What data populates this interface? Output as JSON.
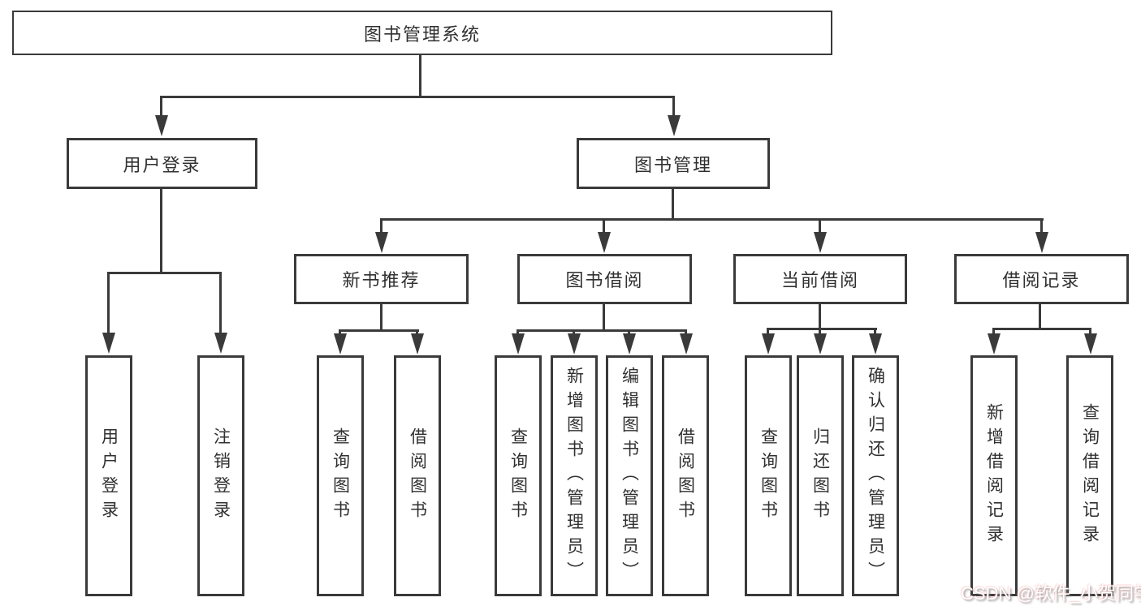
{
  "diagram": {
    "title": "图书管理系统",
    "colors": {
      "line": "#3a3a3a",
      "text": "#303030",
      "background": "#ffffff"
    },
    "root": {
      "label": "图书管理系统"
    },
    "level2": [
      {
        "label": "用户登录"
      },
      {
        "label": "图书管理"
      }
    ],
    "level3": [
      {
        "label": "新书推荐"
      },
      {
        "label": "图书借阅"
      },
      {
        "label": "当前借阅"
      },
      {
        "label": "借阅记录"
      }
    ],
    "leaves": [
      {
        "label": "用户登录"
      },
      {
        "label": "注销登录"
      },
      {
        "label": "查询图书"
      },
      {
        "label": "借阅图书"
      },
      {
        "label": "查询图书"
      },
      {
        "label": "新增图书（管理员）"
      },
      {
        "label": "编辑图书（管理员）"
      },
      {
        "label": "借阅图书"
      },
      {
        "label": "查询图书"
      },
      {
        "label": "归还图书"
      },
      {
        "label": "确认归还（管理员）"
      },
      {
        "label": "新增借阅记录"
      },
      {
        "label": "查询借阅记录"
      }
    ]
  },
  "watermark": {
    "text": "CSDN @软件_小贺同学"
  }
}
